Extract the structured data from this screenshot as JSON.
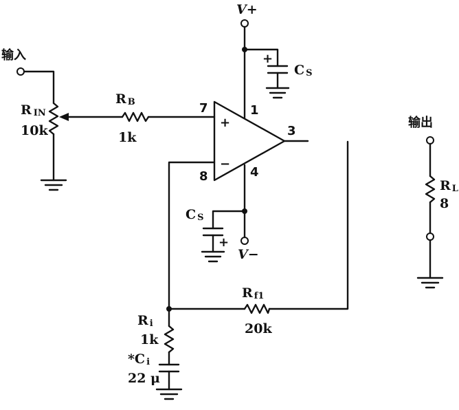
{
  "labels": {
    "input": "输入",
    "output": "输出",
    "vplus": "V+",
    "vminus": "V−",
    "rin_main": "R",
    "rin_sub": "IN",
    "rin_value": "10k",
    "rb_main": "R",
    "rb_sub": "B",
    "rb_value": "1k",
    "cs_top_main": "C",
    "cs_top_sub": "S",
    "cs_bot_main": "C",
    "cs_bot_sub": "S",
    "ri_main": "R",
    "ri_sub": "i",
    "ri_value": "1k",
    "ci_main": "*C",
    "ci_sub": "i",
    "ci_value": "22 μ",
    "rf_main": "R",
    "rf_sub": "f1",
    "rf_value": "20k",
    "rl_main": "R",
    "rl_sub": "L",
    "rl_value": "8",
    "pin_non_inverting": "7",
    "pin_inverting": "8",
    "pin_supply_pos": "1",
    "pin_supply_neg": "4",
    "pin_output": "3",
    "plus_sign": "+",
    "minus_sign": "−",
    "cap_plus": "+"
  }
}
